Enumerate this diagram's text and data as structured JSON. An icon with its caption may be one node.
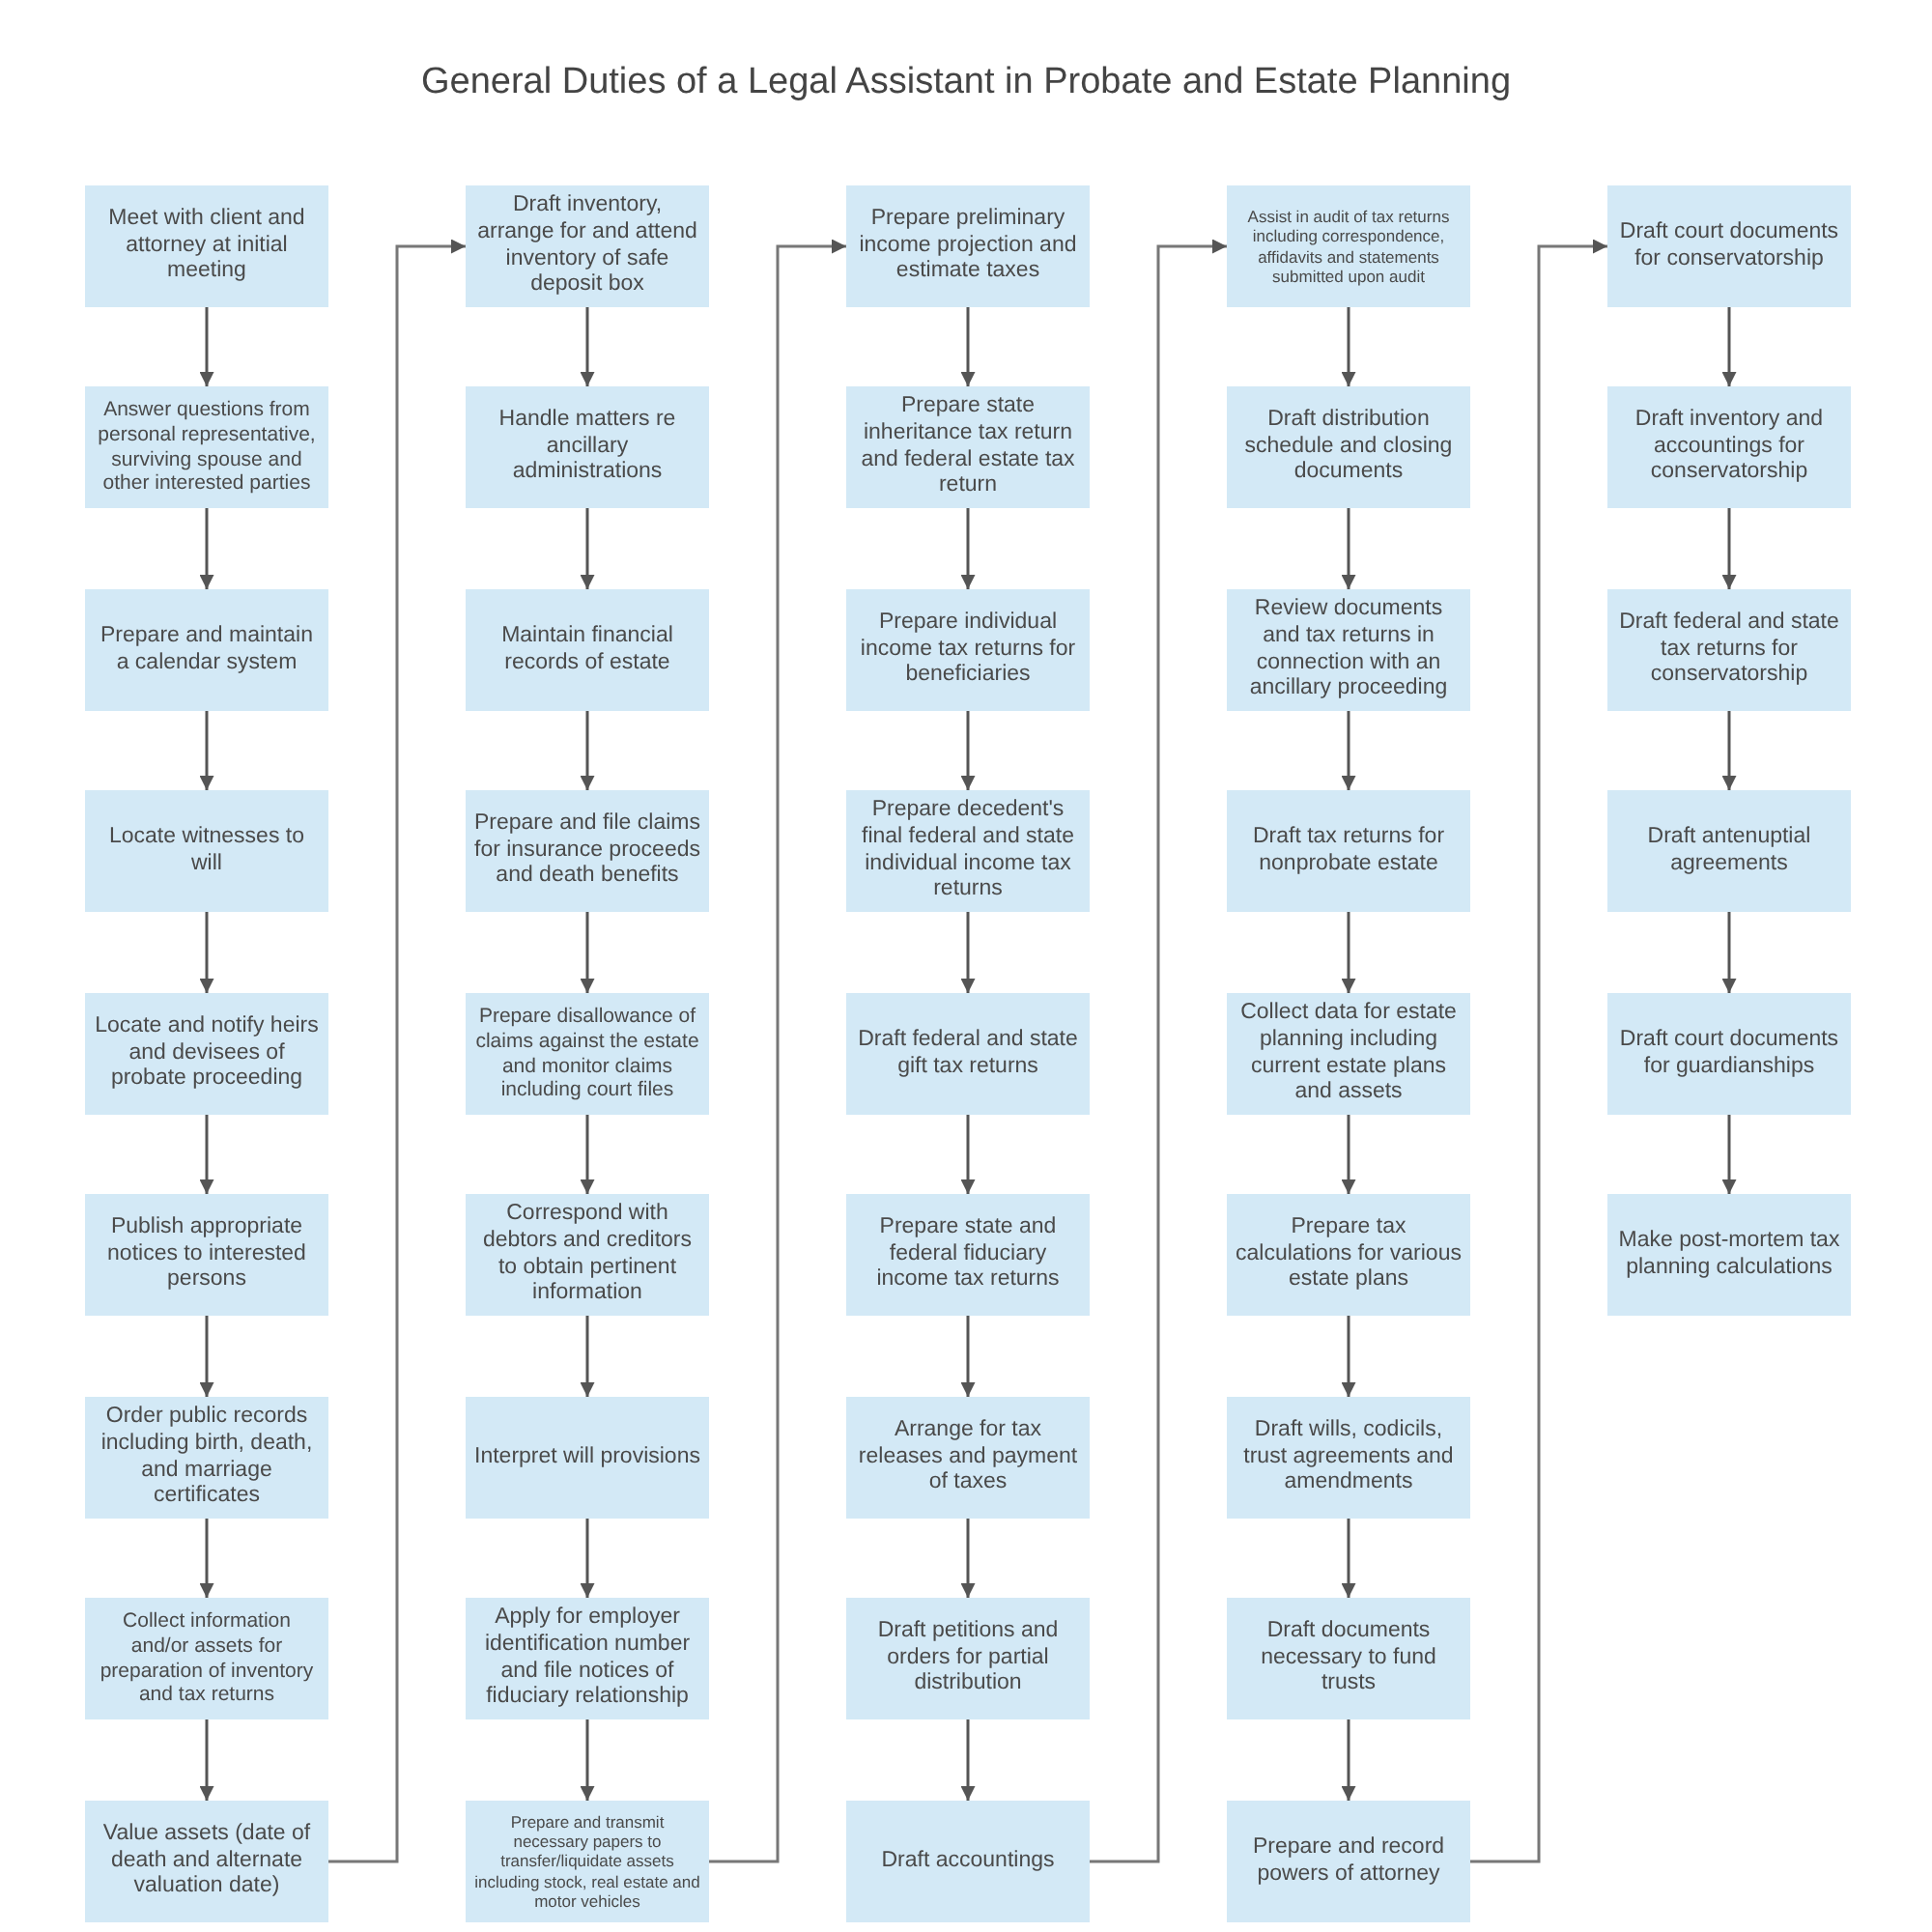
{
  "diagram": {
    "title": "General Duties of a Legal Assistant in Probate and Estate Planning",
    "nodes": [
      {
        "text": [
          "Meet with client and attorney at initial meeting"
        ]
      },
      {
        "text": [
          "Answer questions from personal representative, surviving spouse and other interested parties"
        ]
      },
      {
        "text": [
          "Prepare and maintain a calendar system"
        ]
      },
      {
        "text": [
          "Locate witnesses to will"
        ]
      },
      {
        "text": [
          "Locate and notify heirs and devisees of probate proceeding"
        ]
      },
      {
        "text": [
          "Publish appropriate notices to interested persons"
        ]
      },
      {
        "text": [
          "Order public records including birth, death, and marriage certificates"
        ]
      },
      {
        "text": [
          "Collect information and/or assets for preparation of inventory and tax  returns"
        ]
      },
      {
        "text": [
          "Value assets (date of death and alternate valuation date)"
        ]
      },
      {
        "text": [
          "Draft inventory, arrange for and attend inventory of safe deposit box"
        ]
      },
      {
        "text": [
          "Handle matters re ancillary administrations"
        ]
      },
      {
        "text": [
          "Maintain financial records of estate"
        ]
      },
      {
        "text": [
          "Prepare and file claims for insurance proceeds and death benefits"
        ]
      },
      {
        "text": [
          "Prepare disallowance of claims against the estate and monitor claims including court files"
        ]
      },
      {
        "text": [
          "Correspond with debtors and creditors to obtain pertinent information"
        ]
      },
      {
        "text": [
          "Interpret will provisions"
        ]
      },
      {
        "text": [
          "Apply for employer identification number and file notices of fiduciary relationship"
        ]
      },
      {
        "text": [
          "Prepare and transmit necessary papers to transfer/liquidate assets including stock, real estate and motor vehicles"
        ]
      },
      {
        "text": [
          "Prepare preliminary income projection and estimate taxes"
        ]
      },
      {
        "text": [
          "Prepare state inheritance tax return and federal estate tax return"
        ]
      },
      {
        "text": [
          "Prepare individual income tax returns for beneficiaries"
        ]
      },
      {
        "text": [
          "Prepare decedent's final federal and state individual income tax returns"
        ]
      },
      {
        "text": [
          "Draft federal and state gift tax returns"
        ]
      },
      {
        "text": [
          "Prepare state and federal fiduciary income tax returns"
        ]
      },
      {
        "text": [
          "Arrange for tax releases and payment of taxes"
        ]
      },
      {
        "text": [
          "Draft petitions and orders for partial distribution"
        ]
      },
      {
        "text": [
          "Draft accountings"
        ]
      },
      {
        "text": [
          "Assist in audit of tax returns including correspondence, affidavits and statements submitted upon audit"
        ]
      },
      {
        "text": [
          "Draft distribution schedule and closing documents"
        ]
      },
      {
        "text": [
          "Review documents and tax returns in connection with an ancillary proceeding"
        ]
      },
      {
        "text": [
          "Draft tax returns for nonprobate estate"
        ]
      },
      {
        "text": [
          "Collect data for estate planning including current estate plans and assets"
        ]
      },
      {
        "text": [
          "Prepare tax calculations for various estate plans"
        ]
      },
      {
        "text": [
          "Draft wills, codicils, trust agreements and amendments"
        ]
      },
      {
        "text": [
          "Draft documents necessary to fund trusts"
        ]
      },
      {
        "text": [
          "Prepare and record powers of attorney"
        ]
      },
      {
        "text": [
          "Draft court documents for conservatorship"
        ]
      },
      {
        "text": [
          "Draft inventory and accountings for conservatorship"
        ]
      },
      {
        "text": [
          "Draft federal and state tax returns for conservatorship"
        ]
      },
      {
        "text": [
          "Draft antenuptial agreements"
        ]
      },
      {
        "text": [
          "Draft court documents for guardianships"
        ]
      },
      {
        "text": [
          "Make post-mortem tax planning calculations"
        ]
      }
    ],
    "edges": [
      {
        "from": 0,
        "to": 1,
        "arrow": "to"
      },
      {
        "from": 1,
        "to": 2,
        "arrow": "to"
      },
      {
        "from": 2,
        "to": 3,
        "arrow": "to"
      },
      {
        "from": 3,
        "to": 4,
        "arrow": "to"
      },
      {
        "from": 4,
        "to": 5,
        "arrow": "to"
      },
      {
        "from": 5,
        "to": 6,
        "arrow": "to"
      },
      {
        "from": 6,
        "to": 7,
        "arrow": "to"
      },
      {
        "from": 7,
        "to": 8,
        "arrow": "to"
      },
      {
        "from": 8,
        "to": 9,
        "arrow": "to"
      },
      {
        "from": 9,
        "to": 10,
        "arrow": "to"
      },
      {
        "from": 10,
        "to": 11,
        "arrow": "to"
      },
      {
        "from": 11,
        "to": 12,
        "arrow": "to"
      },
      {
        "from": 12,
        "to": 13,
        "arrow": "to"
      },
      {
        "from": 13,
        "to": 14,
        "arrow": "to"
      },
      {
        "from": 14,
        "to": 15,
        "arrow": "to"
      },
      {
        "from": 15,
        "to": 16,
        "arrow": "to"
      },
      {
        "from": 16,
        "to": 17,
        "arrow": "to"
      },
      {
        "from": 17,
        "to": 18,
        "arrow": "to"
      },
      {
        "from": 18,
        "to": 19,
        "arrow": "to"
      },
      {
        "from": 19,
        "to": 20,
        "arrow": "to"
      },
      {
        "from": 20,
        "to": 21,
        "arrow": "to"
      },
      {
        "from": 21,
        "to": 22,
        "arrow": "to"
      },
      {
        "from": 22,
        "to": 23,
        "arrow": "to"
      },
      {
        "from": 23,
        "to": 24,
        "arrow": "to"
      },
      {
        "from": 24,
        "to": 25,
        "arrow": "to"
      },
      {
        "from": 25,
        "to": 26,
        "arrow": "to"
      },
      {
        "from": 26,
        "to": 27,
        "arrow": "to"
      },
      {
        "from": 27,
        "to": 28,
        "arrow": "to"
      },
      {
        "from": 28,
        "to": 29,
        "arrow": "to"
      },
      {
        "from": 29,
        "to": 30,
        "arrow": "to"
      },
      {
        "from": 30,
        "to": 31,
        "arrow": "to"
      },
      {
        "from": 31,
        "to": 32,
        "arrow": "to"
      },
      {
        "from": 32,
        "to": 33,
        "arrow": "to"
      },
      {
        "from": 33,
        "to": 34,
        "arrow": "to"
      },
      {
        "from": 34,
        "to": 35,
        "arrow": "to"
      },
      {
        "from": 35,
        "to": 36,
        "arrow": "to"
      },
      {
        "from": 36,
        "to": 37,
        "arrow": "to"
      },
      {
        "from": 37,
        "to": 38,
        "arrow": "to"
      },
      {
        "from": 38,
        "to": 39,
        "arrow": "to"
      },
      {
        "from": 39,
        "to": 40,
        "arrow": "to"
      },
      {
        "from": 40,
        "to": 41,
        "arrow": "to"
      }
    ]
  }
}
